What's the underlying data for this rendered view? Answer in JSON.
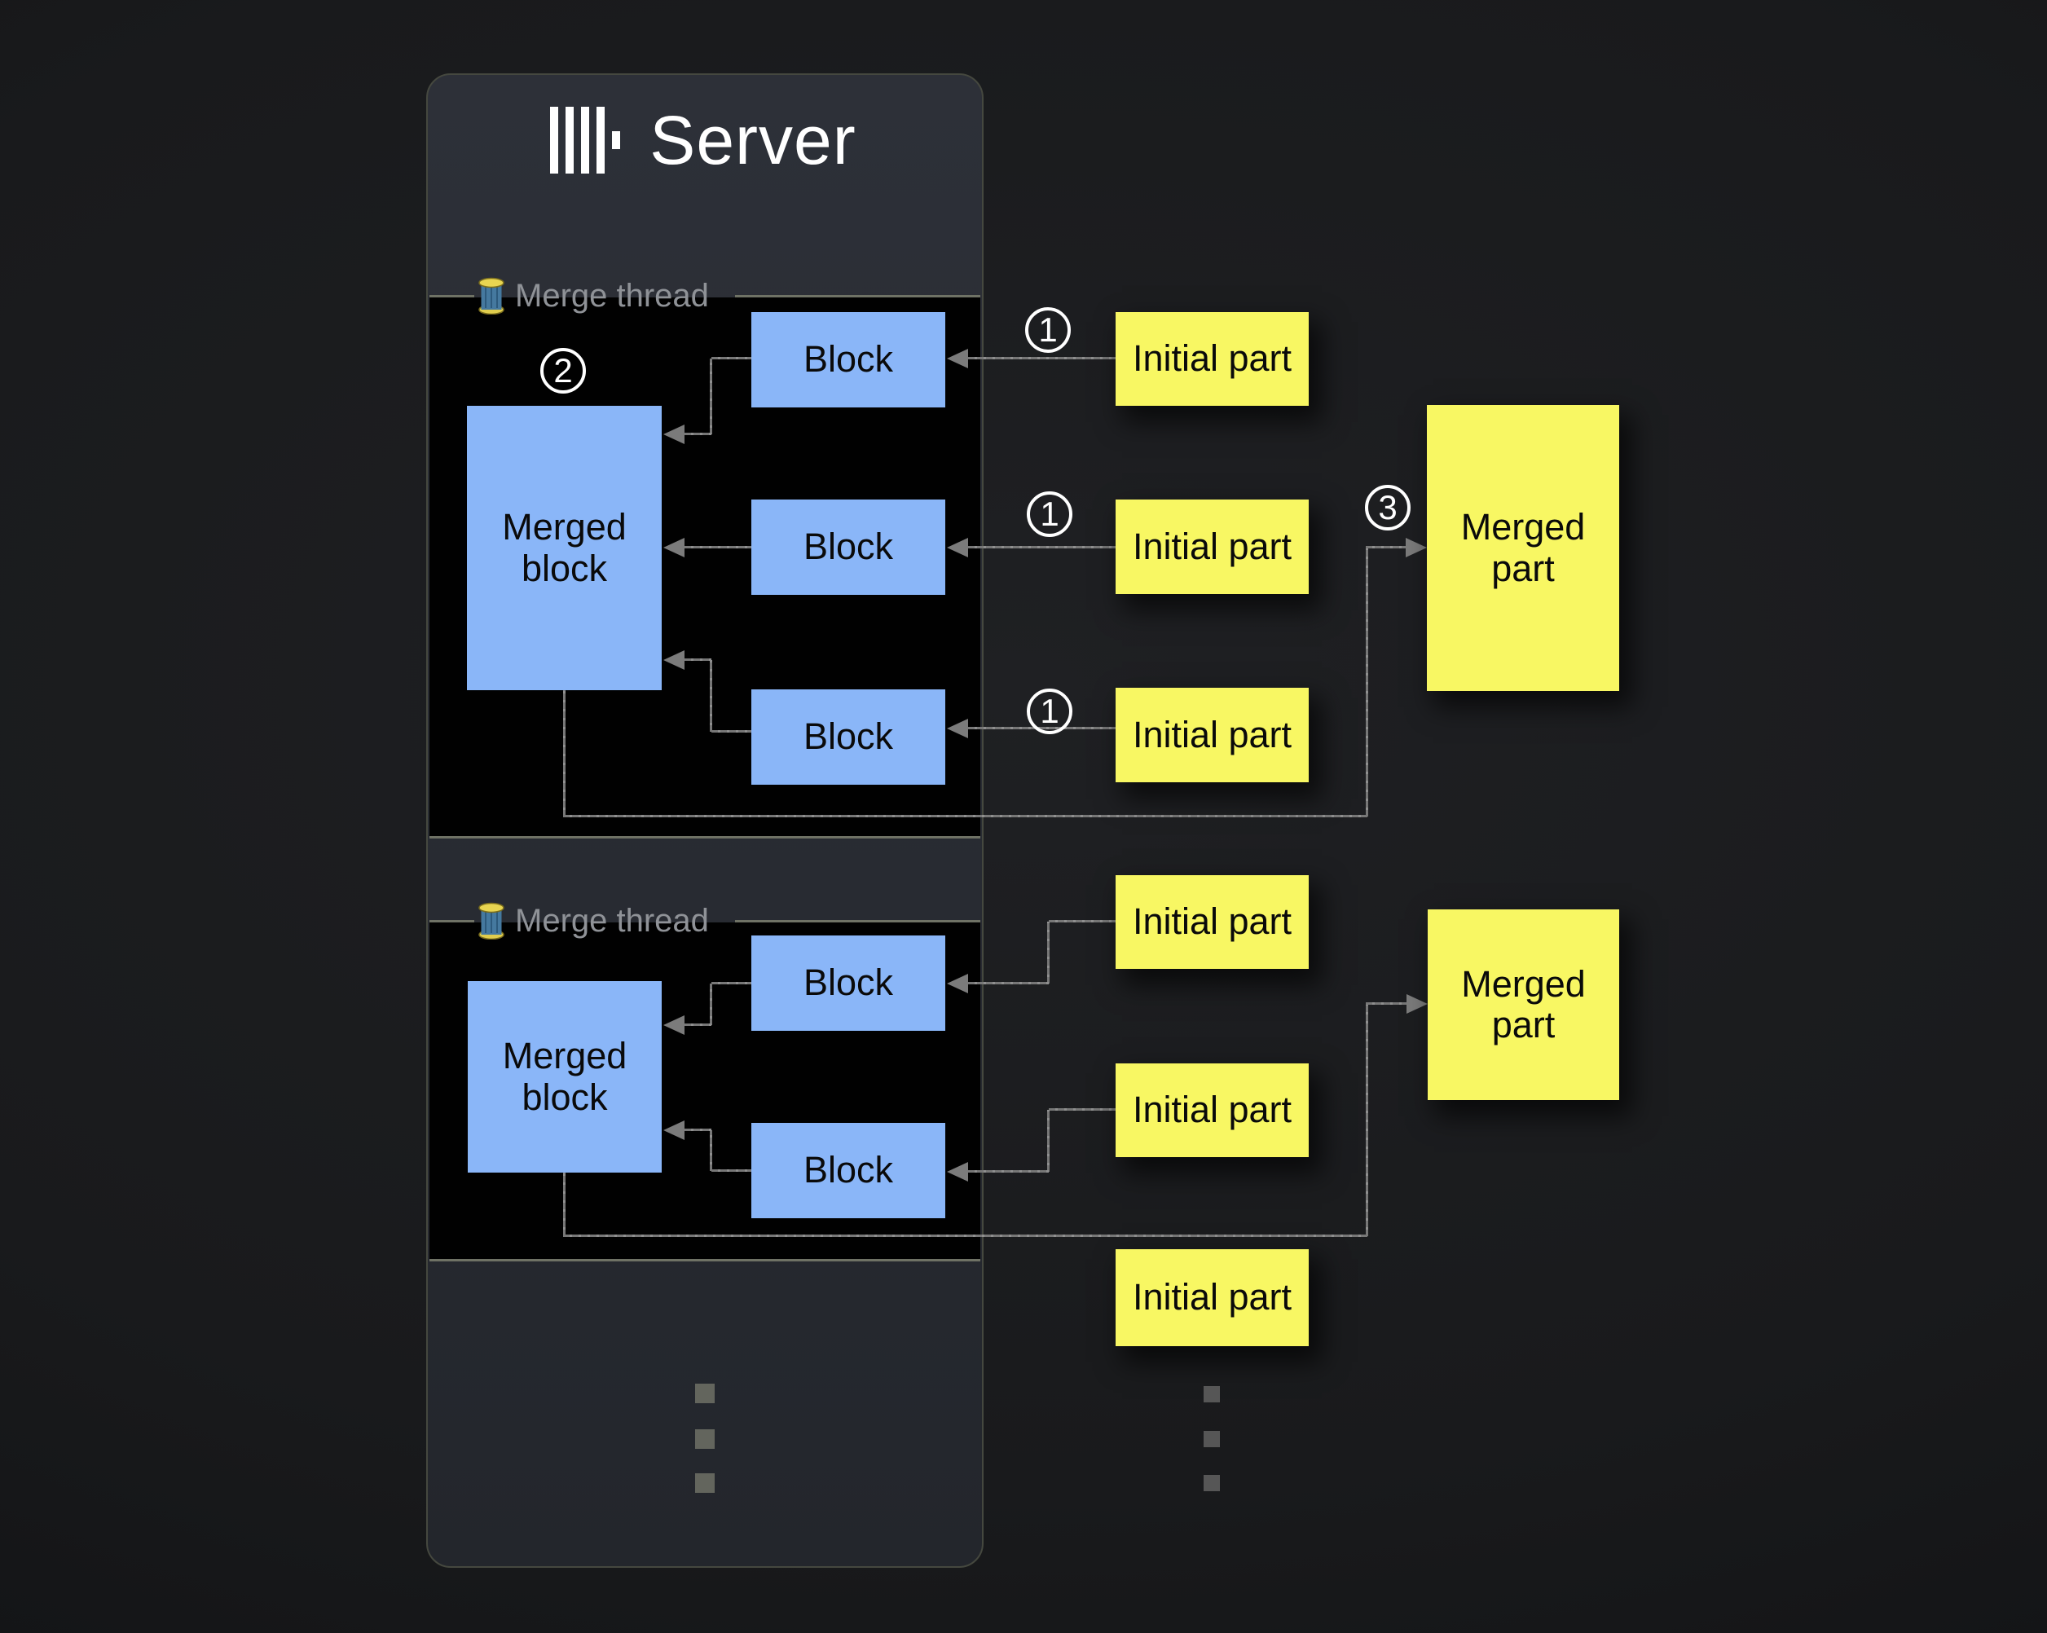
{
  "colors": {
    "accent_blue": "#8ab6f8",
    "accent_yellow": "#f8f763",
    "arrow_gray": "#7b7b7b",
    "panel_bg": "#2a2d34",
    "section_bg": "#000000",
    "label_gray": "#8f9297",
    "step_circle": "#ffffff"
  },
  "server": {
    "title": "Server"
  },
  "threads": [
    {
      "label": "Merge thread",
      "step_badge": "2",
      "merged_block": {
        "label": "Merged block"
      },
      "blocks": [
        {
          "label": "Block"
        },
        {
          "label": "Block"
        },
        {
          "label": "Block"
        }
      ]
    },
    {
      "label": "Merge thread",
      "merged_block": {
        "label": "Merged block"
      },
      "blocks": [
        {
          "label": "Block"
        },
        {
          "label": "Block"
        }
      ]
    }
  ],
  "inputs": {
    "initial_parts": [
      {
        "label": "Initial part",
        "step_badge": "1"
      },
      {
        "label": "Initial part",
        "step_badge": "1"
      },
      {
        "label": "Initial part",
        "step_badge": "1"
      },
      {
        "label": "Initial part"
      },
      {
        "label": "Initial part"
      },
      {
        "label": "Initial part"
      }
    ]
  },
  "outputs": {
    "merged_parts": [
      {
        "label": "Merged part",
        "step_badge": "3"
      },
      {
        "label": "Merged part"
      }
    ]
  }
}
